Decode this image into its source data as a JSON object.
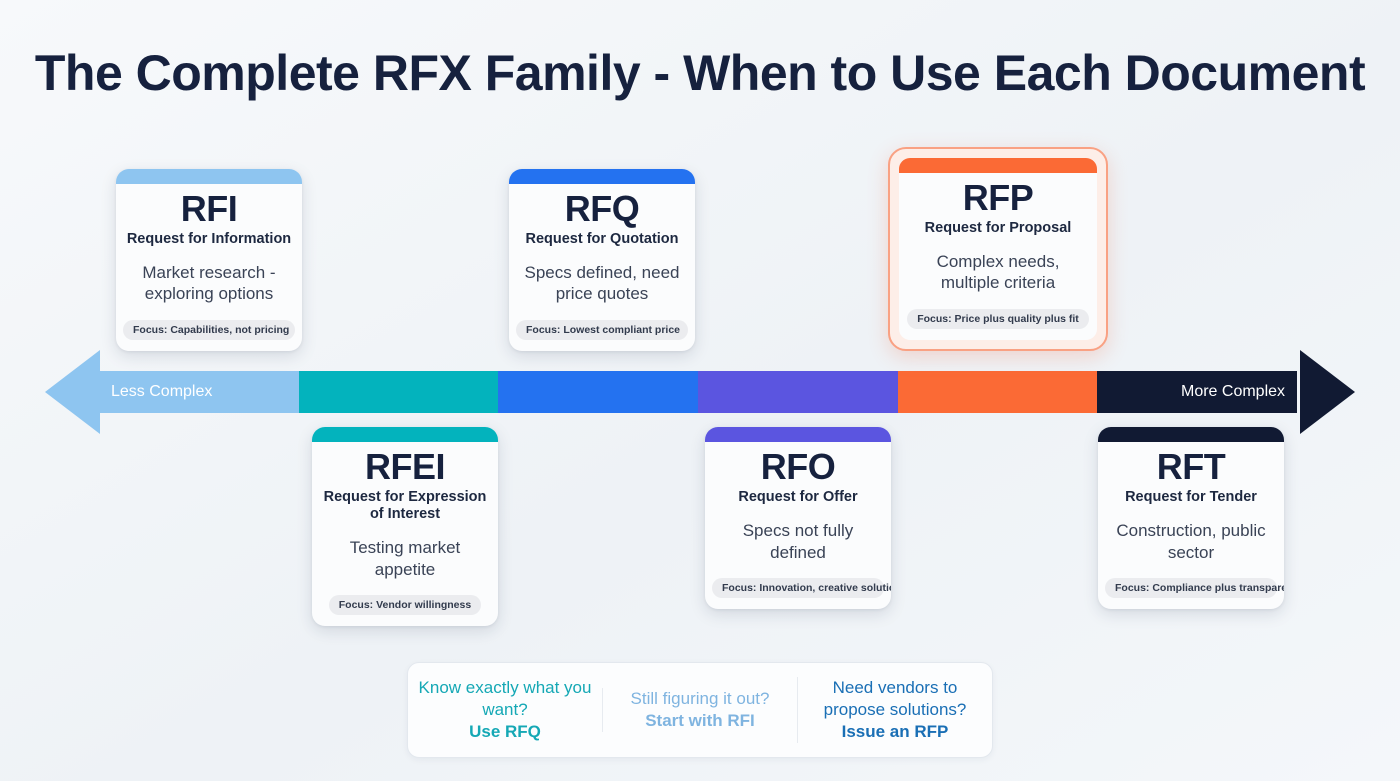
{
  "title": "The Complete RFX Family - When to Use Each Document",
  "timeline": {
    "left_label": "Less Complex",
    "right_label": "More Complex",
    "segments": [
      {
        "name": "RFI",
        "color": "#8ec5f0"
      },
      {
        "name": "RFEI",
        "color": "#03b3bd"
      },
      {
        "name": "RFQ",
        "color": "#2472f0"
      },
      {
        "name": "RFO",
        "color": "#5b55e0"
      },
      {
        "name": "RFP",
        "color": "#fb6a35"
      },
      {
        "name": "RFT",
        "color": "#111a33"
      }
    ]
  },
  "cards": {
    "rfi": {
      "code": "RFI",
      "full_name": "Request for Information",
      "description": "Market research - exploring options",
      "focus": "Focus: Capabilities, not pricing",
      "accent": "#8ec5f0"
    },
    "rfq": {
      "code": "RFQ",
      "full_name": "Request for Quotation",
      "description": "Specs defined, need price quotes",
      "focus": "Focus: Lowest compliant price",
      "accent": "#2472f0"
    },
    "rfp": {
      "code": "RFP",
      "full_name": "Request for Proposal",
      "description": "Complex needs, multiple criteria",
      "focus": "Focus: Price plus quality plus fit",
      "accent": "#fb6a35"
    },
    "rfei": {
      "code": "RFEI",
      "full_name": "Request for Expression of Interest",
      "description": "Testing market appetite",
      "focus": "Focus: Vendor willingness",
      "accent": "#03b3bd"
    },
    "rfo": {
      "code": "RFO",
      "full_name": "Request for Offer",
      "description": "Specs not fully defined",
      "focus": "Focus: Innovation, creative solutions",
      "accent": "#5b55e0"
    },
    "rft": {
      "code": "RFT",
      "full_name": "Request for Tender",
      "description": "Construction, public sector",
      "focus": "Focus: Compliance plus transparency",
      "accent": "#111a33"
    }
  },
  "guide": {
    "columns": [
      {
        "question": "Know exactly what you want?",
        "action": "Use RFQ",
        "color": "#15a8b5"
      },
      {
        "question": "Still figuring it out?",
        "action": "Start with RFI",
        "color": "#7fb4e0"
      },
      {
        "question": "Need vendors to propose solutions?",
        "action": "Issue an RFP",
        "color": "#1a6fb5"
      }
    ]
  }
}
